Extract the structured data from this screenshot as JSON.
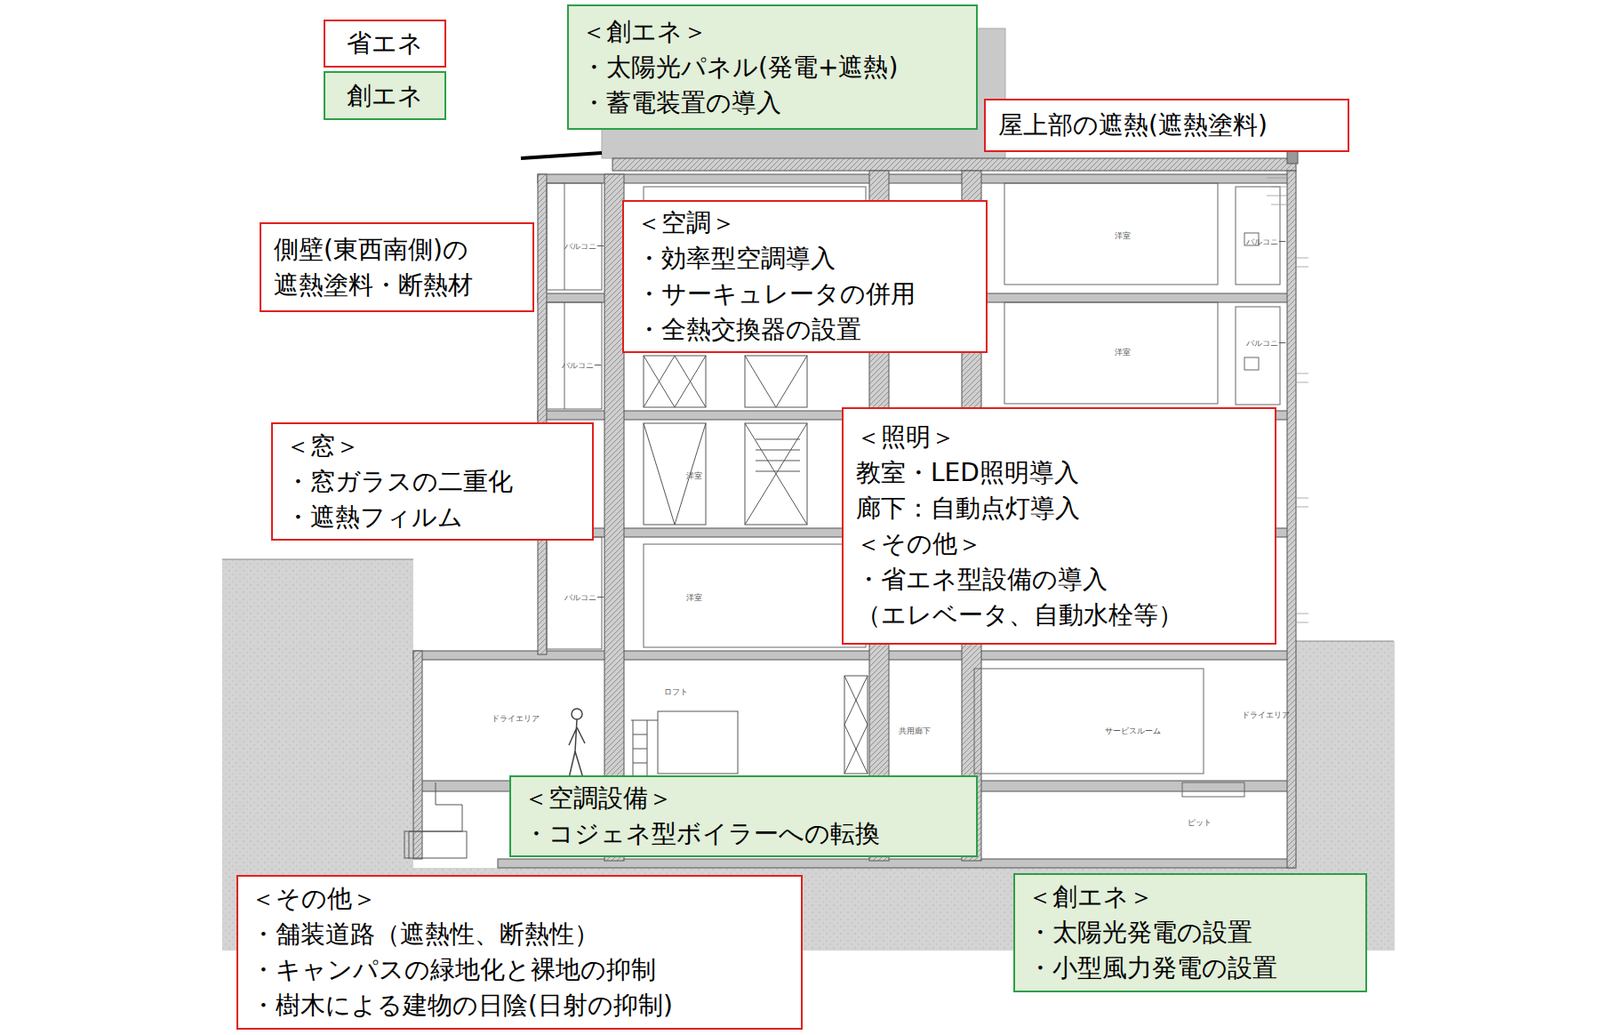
{
  "diagram": {
    "nodes": [
      {
        "text": [
          "＜創エネ＞",
          "・太陽光パネル(発電+遮熱)",
          "・蓄電装置の導入"
        ]
      },
      {
        "text": [
          "屋上部の遮熱(遮熱塗料)"
        ]
      },
      {
        "text": [
          "側壁(東西南側)の 遮熱塗料・断熱材"
        ]
      },
      {
        "text": [
          "＜空調＞",
          "・効率型空調導入",
          "・サーキュレータの併用",
          "・全熱交換器の設置"
        ]
      },
      {
        "text": [
          "＜窓＞",
          "・窓ガラスの二重化",
          "・遮熱フィルム"
        ]
      },
      {
        "text": [
          "＜照明＞",
          "教室・LED照明導入",
          "廊下：自動点灯導入",
          "＜その他＞",
          "・省エネ型設備の導入 （エレベータ、自動水栓等）"
        ]
      },
      {
        "text": [
          "＜空調設備＞",
          "・コジェネ型ボイラーへの転換"
        ]
      },
      {
        "text": [
          "＜その他＞",
          "・舗装道路（遮熱性、断熱性）",
          "・キャンパスの緑地化と裸地の抑制",
          "・樹木による建物の日陰(日射の抑制)"
        ]
      },
      {
        "text": [
          "＜創エネ＞",
          "・太陽光発電の設置",
          "・小型風力発電の設置"
        ]
      }
    ],
    "labels": [
      "バルコニー",
      "バルコニー",
      "バルコニー",
      "バルコニー",
      "バルコニー",
      "洋室",
      "洋室",
      "洋室",
      "洋室",
      "ロフト",
      "共用廊下",
      "サービスルーム",
      "ドライエリア",
      "ドライエリア",
      "ピット"
    ],
    "legend": [
      {
        "text": "省エネ",
        "color": "#e0201f"
      },
      {
        "text": "創エネ",
        "color": "#2ca048"
      }
    ]
  }
}
